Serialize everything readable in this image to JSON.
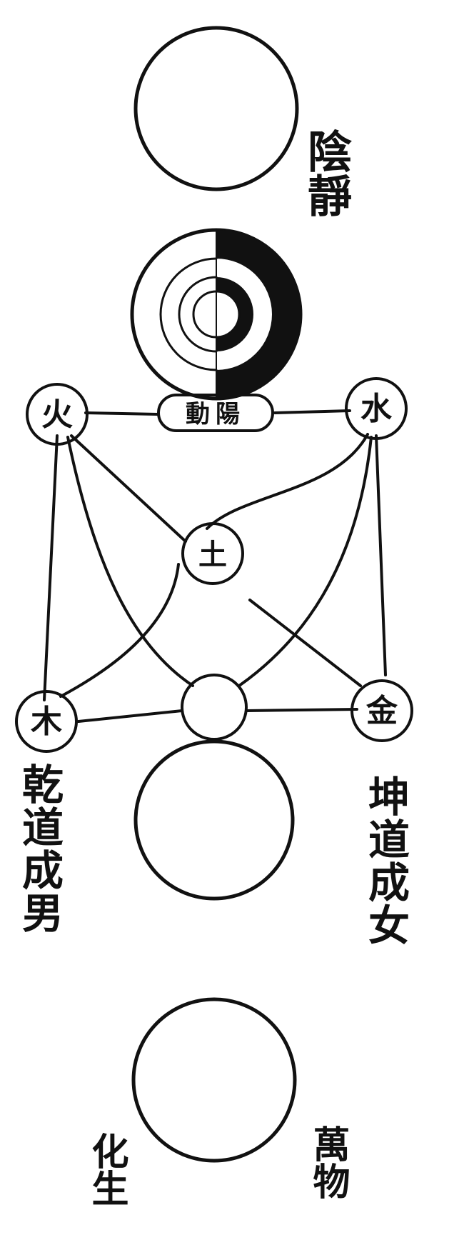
{
  "labels": {
    "top_right": "陰靜",
    "movement": "動陽",
    "fire": "火",
    "water": "水",
    "earth": "土",
    "wood": "木",
    "metal": "金",
    "left_caption": "乾道成男",
    "right_caption": "坤道成女",
    "bottom_left": "化生",
    "bottom_right": "萬物"
  }
}
